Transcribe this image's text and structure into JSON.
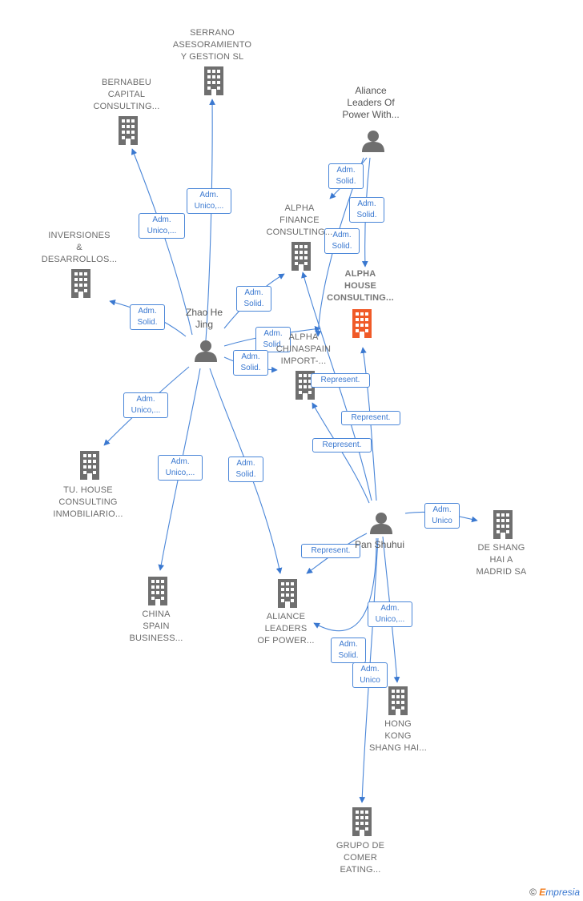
{
  "companies": [
    {
      "id": "serrano",
      "lines": [
        "SERRANO",
        "ASESORAMIENTO",
        "Y GESTION  SL"
      ],
      "focus": false
    },
    {
      "id": "bernabeu",
      "lines": [
        "BERNABEU",
        "CAPITAL",
        "CONSULTING..."
      ],
      "focus": false
    },
    {
      "id": "inversiones",
      "lines": [
        "INVERSIONES",
        "&",
        "DESARROLLOS..."
      ],
      "focus": false
    },
    {
      "id": "alpha-finance",
      "lines": [
        "ALPHA",
        "FINANCE",
        "CONSULTING..."
      ],
      "focus": false
    },
    {
      "id": "alpha-house",
      "lines": [
        "ALPHA",
        "HOUSE",
        "CONSULTING..."
      ],
      "focus": true
    },
    {
      "id": "alpha-chinaspain",
      "lines": [
        "ALPHA",
        "CHINASPAIN",
        "IMPORT-..."
      ],
      "focus": false
    },
    {
      "id": "tu-house",
      "lines": [
        "TU. HOUSE",
        "CONSULTING",
        "INMOBILIARIO..."
      ],
      "focus": false
    },
    {
      "id": "china-spain",
      "lines": [
        "CHINA",
        "SPAIN",
        "BUSINESS..."
      ],
      "focus": false
    },
    {
      "id": "aliance-leaders",
      "lines": [
        "ALIANCE",
        "LEADERS",
        "OF POWER..."
      ],
      "focus": false
    },
    {
      "id": "de-shang-hai",
      "lines": [
        "DE SHANG",
        "HAI A",
        "MADRID SA"
      ],
      "focus": false
    },
    {
      "id": "hong-kong",
      "lines": [
        "HONG",
        "KONG",
        "SHANG HAI..."
      ],
      "focus": false
    },
    {
      "id": "grupo-de-comer",
      "lines": [
        "GRUPO DE",
        "COMER",
        "EATING..."
      ],
      "focus": false
    }
  ],
  "persons": [
    {
      "id": "aliance-person",
      "lines": [
        "Aliance",
        "Leaders Of",
        "Power With..."
      ]
    },
    {
      "id": "zhao",
      "lines": [
        "Zhao He",
        "Jing"
      ]
    },
    {
      "id": "pan",
      "lines": [
        "Pan Shuhui"
      ]
    }
  ],
  "edge_labels": [
    {
      "id": "e1",
      "lines": [
        "Adm.",
        "Unico,..."
      ]
    },
    {
      "id": "e2",
      "lines": [
        "Adm.",
        "Unico,..."
      ]
    },
    {
      "id": "e3",
      "lines": [
        "Adm.",
        "Solid."
      ]
    },
    {
      "id": "e4",
      "lines": [
        "Adm.",
        "Solid."
      ]
    },
    {
      "id": "e5",
      "lines": [
        "Adm.",
        "Solid."
      ]
    },
    {
      "id": "e6",
      "lines": [
        "Adm.",
        "Solid."
      ]
    },
    {
      "id": "e7",
      "lines": [
        "Adm.",
        "Unico,..."
      ]
    },
    {
      "id": "e8",
      "lines": [
        "Adm.",
        "Unico,..."
      ]
    },
    {
      "id": "e9",
      "lines": [
        "Adm.",
        "Solid."
      ]
    },
    {
      "id": "e10",
      "lines": [
        "Adm.",
        "Solid."
      ]
    },
    {
      "id": "e11",
      "lines": [
        "Adm.",
        "Solid."
      ]
    },
    {
      "id": "e12",
      "lines": [
        "Adm.",
        "Solid."
      ]
    },
    {
      "id": "e13",
      "lines": [
        "Represent."
      ]
    },
    {
      "id": "e14",
      "lines": [
        "Represent."
      ]
    },
    {
      "id": "e15",
      "lines": [
        "Represent."
      ]
    },
    {
      "id": "e16",
      "lines": [
        "Adm.",
        "Unico"
      ]
    },
    {
      "id": "e17",
      "lines": [
        "Represent."
      ]
    },
    {
      "id": "e18",
      "lines": [
        "Adm.",
        "Unico,..."
      ]
    },
    {
      "id": "e19",
      "lines": [
        "Adm.",
        "Solid."
      ]
    },
    {
      "id": "e20",
      "lines": [
        "Adm.",
        "Unico"
      ]
    }
  ],
  "colors": {
    "edge": "#4a86d8",
    "building": "#6f6f6f",
    "focus_building": "#f05a28",
    "person": "#6f6f6f"
  },
  "brand": {
    "symbol": "©",
    "e": "E",
    "rest": "mpresia"
  }
}
